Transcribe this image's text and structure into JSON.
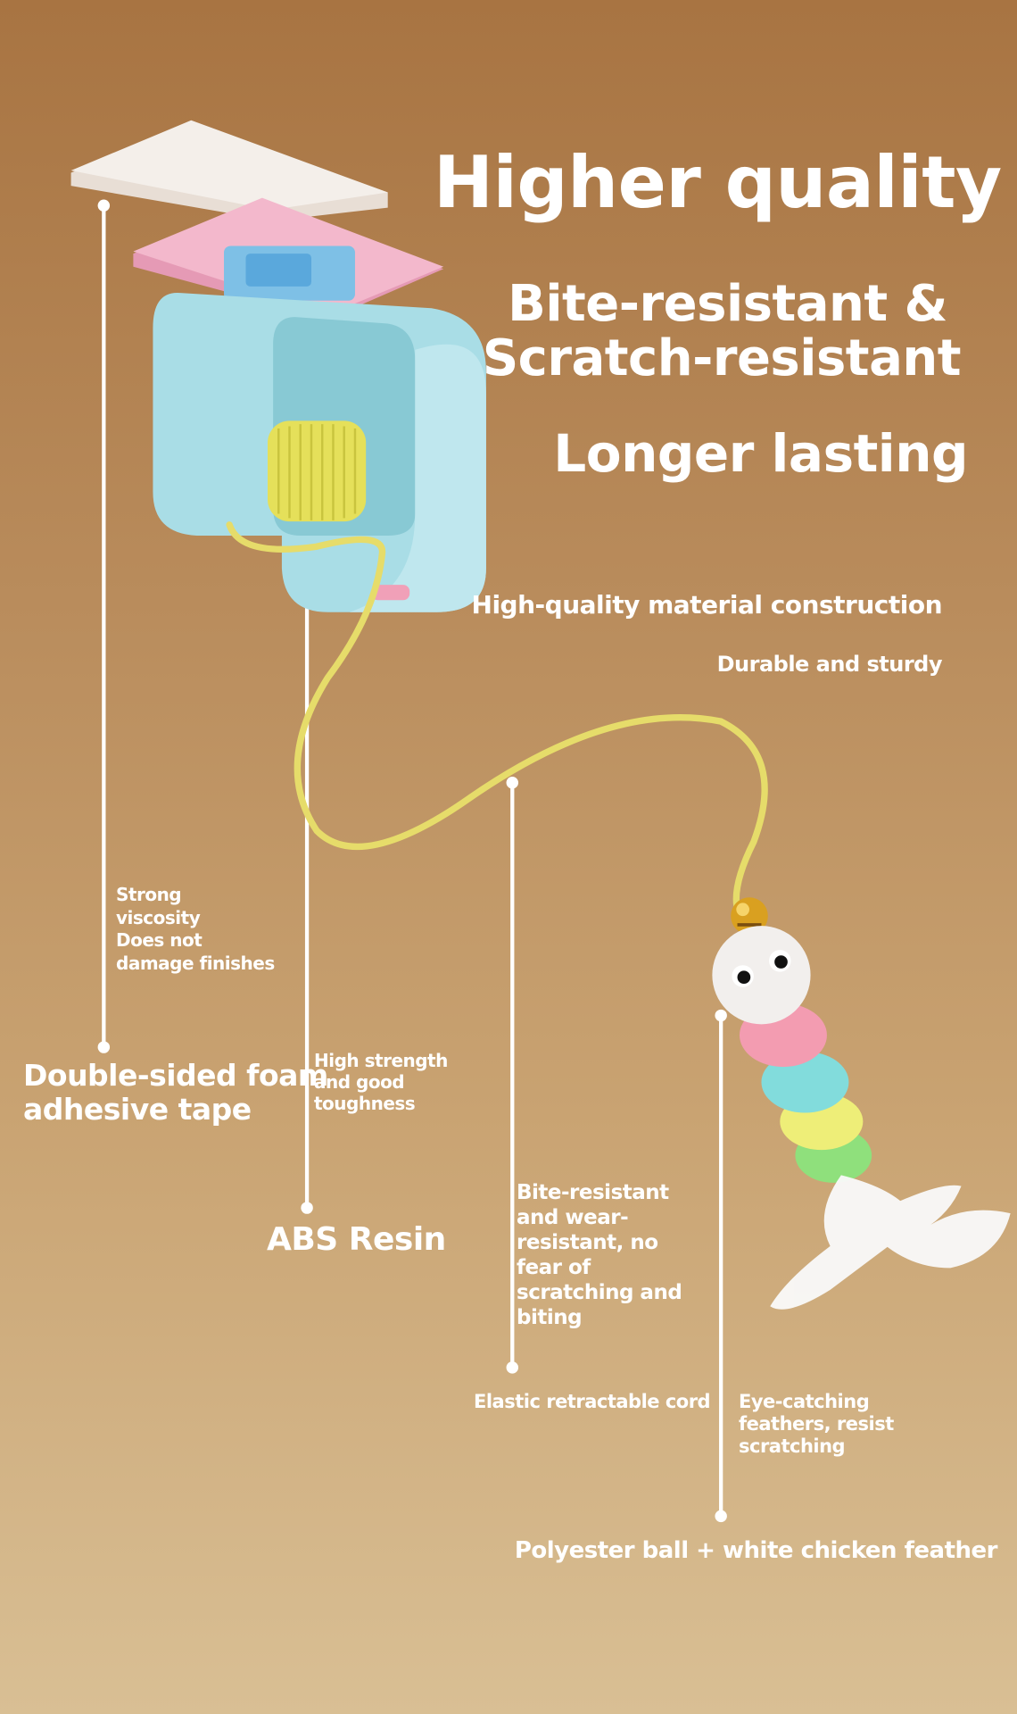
{
  "headline": {
    "title": "Higher quality",
    "line1": "Bite-resistant &",
    "line2": "Scratch-resistant",
    "line3": "Longer lasting",
    "sub1": "High-quality material construction",
    "sub2": "Durable and sturdy"
  },
  "callouts": {
    "tape": {
      "title_1": "Double-sided foam",
      "title_2": "adhesive tape",
      "desc_1": "Strong",
      "desc_2": "viscosity",
      "desc_3": "Does not",
      "desc_4": "damage finishes"
    },
    "abs": {
      "title": "ABS Resin",
      "desc_1": "High strength",
      "desc_2": "and good",
      "desc_3": "toughness"
    },
    "cord": {
      "title": "Elastic retractable cord",
      "desc": [
        "Bite-resistant",
        "and wear-",
        "resistant, no",
        "fear of",
        "scratching and",
        "biting"
      ]
    },
    "ball": {
      "title": "Polyester ball + white chicken feather",
      "desc": [
        "Eye-catching",
        "feathers, resist",
        "scratching"
      ]
    }
  },
  "colors": {
    "bg_top": "#a87442",
    "bg_bottom": "#d9bf94",
    "text": "#ffffff",
    "cord": "#e6dc6a",
    "box": "#a9dde6"
  }
}
